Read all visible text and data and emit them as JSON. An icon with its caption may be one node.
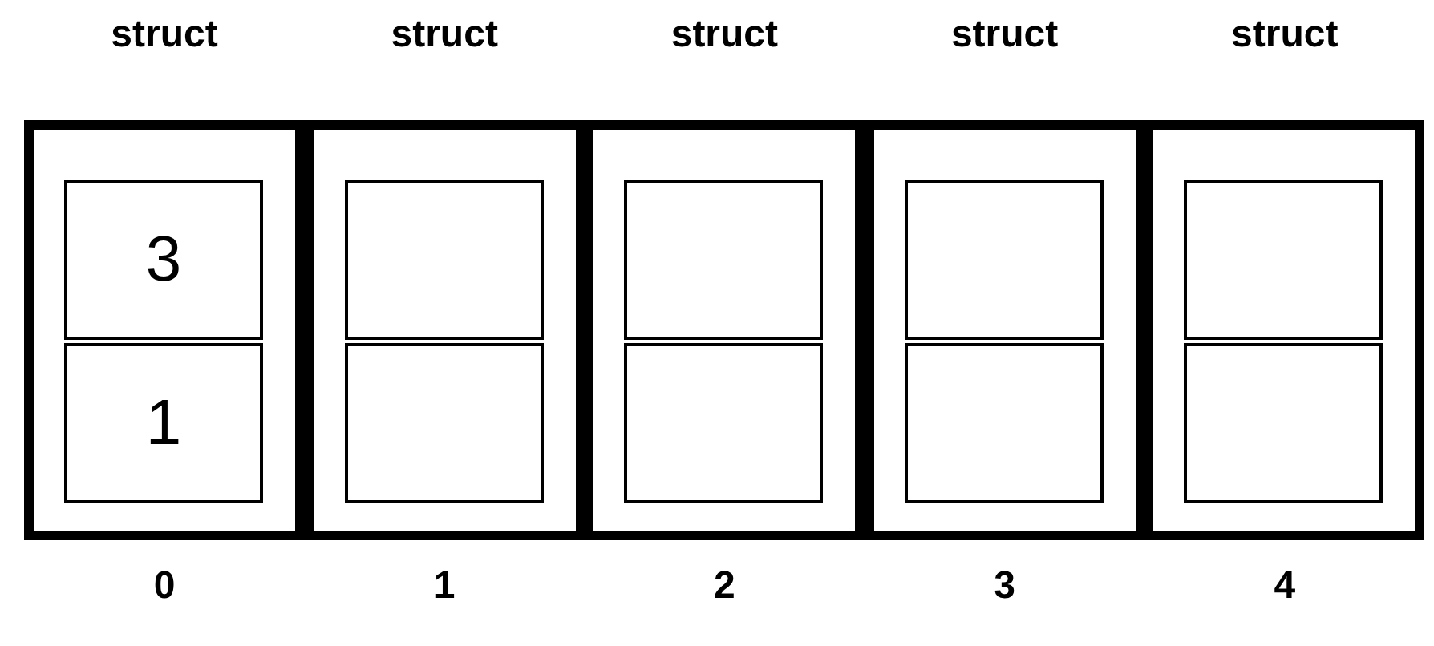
{
  "diagram": {
    "nodes": [
      {
        "text": [
          "struct"
        ],
        "beside": [
          "0"
        ]
      },
      {
        "text": [
          "3"
        ],
        "in": 0
      },
      {
        "text": [
          "1"
        ],
        "in": 0
      },
      {
        "text": [
          "struct"
        ],
        "beside": [
          "1"
        ]
      },
      {
        "text": [],
        "shape": "box",
        "in": 3
      },
      {
        "text": [],
        "shape": "box",
        "in": 3
      },
      {
        "text": [
          "struct"
        ],
        "beside": [
          "2"
        ]
      },
      {
        "text": [],
        "shape": "box",
        "in": 6
      },
      {
        "text": [],
        "shape": "box",
        "in": 6
      },
      {
        "text": [
          "struct"
        ],
        "beside": [
          "3"
        ]
      },
      {
        "text": [],
        "shape": "box",
        "in": 9
      },
      {
        "text": [],
        "shape": "box",
        "in": 9
      },
      {
        "text": [
          "struct"
        ],
        "beside": [
          "4"
        ]
      },
      {
        "text": [],
        "shape": "box",
        "in": 12
      },
      {
        "text": [],
        "shape": "box",
        "in": 12
      }
    ]
  }
}
